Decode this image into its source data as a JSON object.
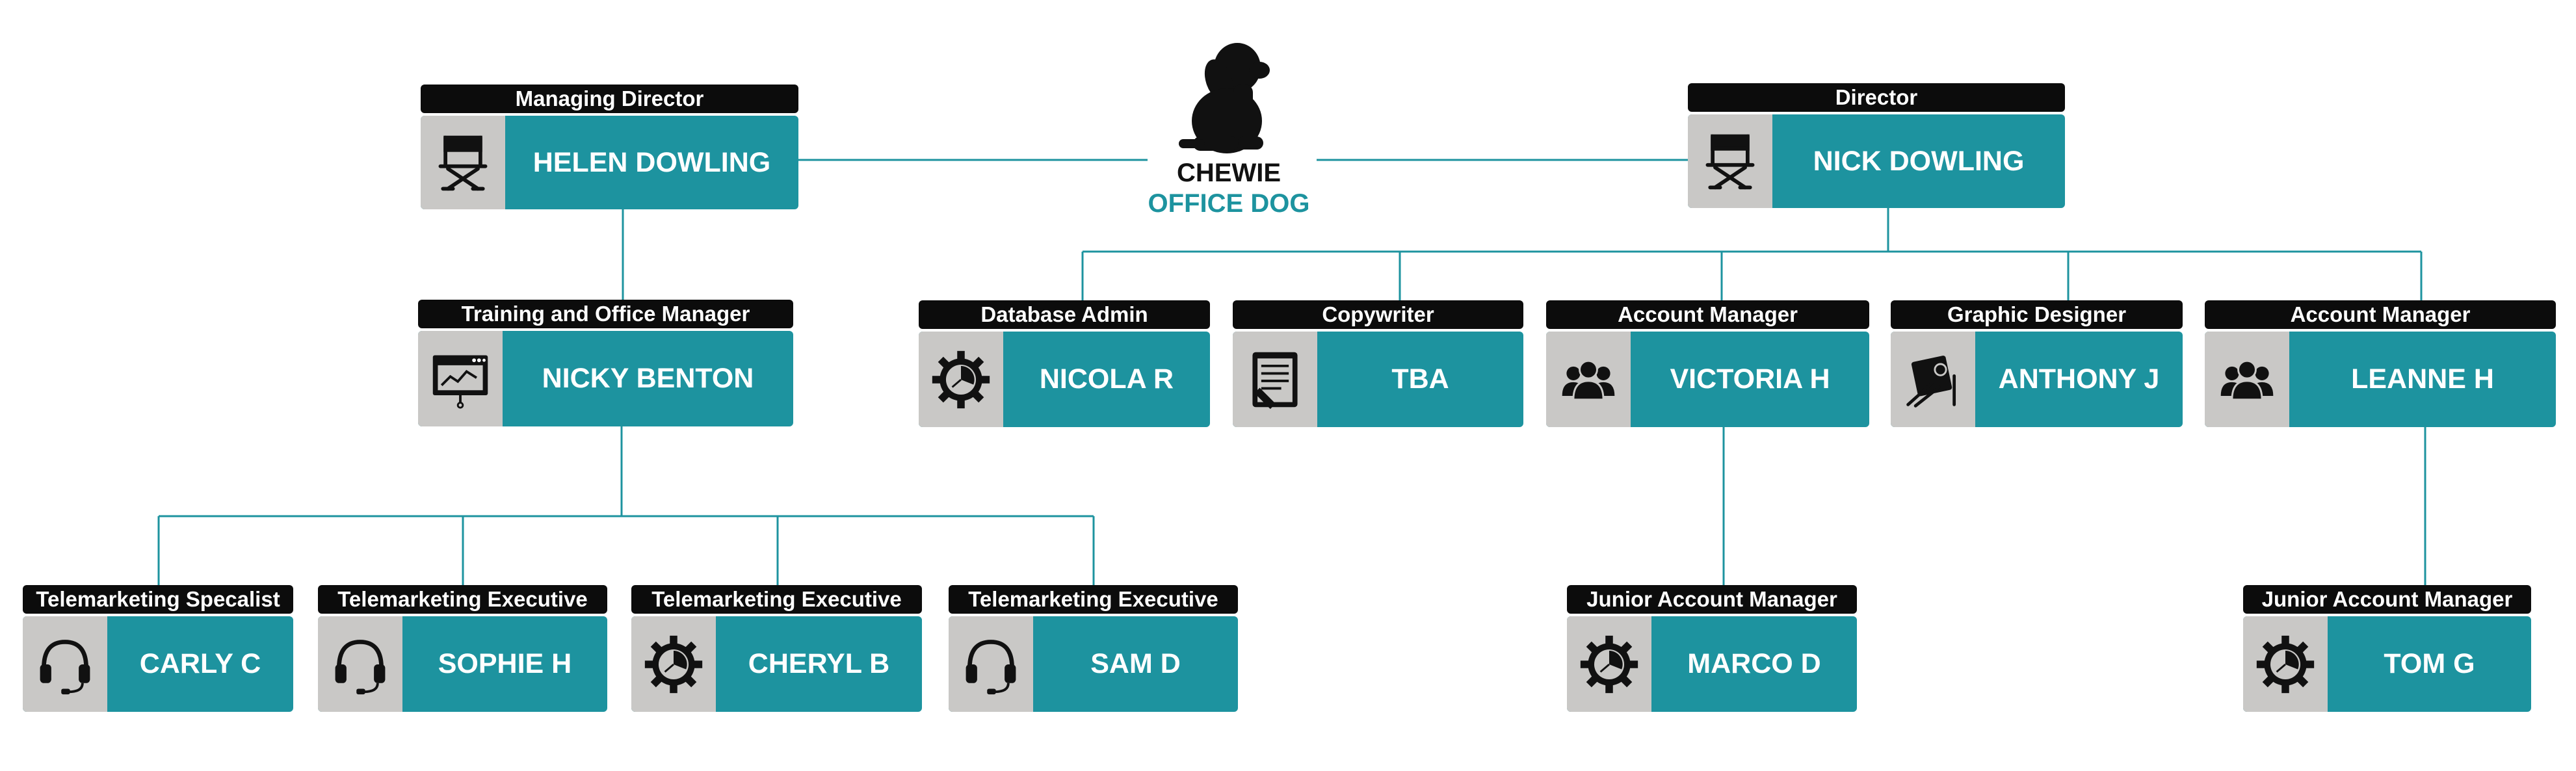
{
  "colors": {
    "card": "#1d939f",
    "title_bar": "#0c0c0c",
    "icon_box": "#c9c8c6",
    "connector": "#1d939f"
  },
  "mascot": {
    "name": "CHEWIE",
    "role": "OFFICE DOG",
    "icon": "dog-icon"
  },
  "nodes": [
    {
      "title": "Managing Director",
      "name": "HELEN DOWLING",
      "icon": "director-chair-icon"
    },
    {
      "title": "Director",
      "name": "NICK DOWLING",
      "icon": "director-chair-icon"
    },
    {
      "title": "Training and Office Manager",
      "name": "NICKY BENTON",
      "icon": "presentation-screen-icon"
    },
    {
      "title": "Database Admin",
      "name": "NICOLA R",
      "icon": "gear-gauge-icon"
    },
    {
      "title": "Copywriter",
      "name": "TBA",
      "icon": "notepad-pen-icon"
    },
    {
      "title": "Account Manager",
      "name": "VICTORIA H",
      "icon": "people-group-icon"
    },
    {
      "title": "Graphic Designer",
      "name": "ANTHONY J",
      "icon": "design-tools-icon"
    },
    {
      "title": "Account Manager",
      "name": "LEANNE H",
      "icon": "people-group-icon"
    },
    {
      "title": "Telemarketing Specalist",
      "name": "CARLY C",
      "icon": "headset-icon"
    },
    {
      "title": "Telemarketing Executive",
      "name": "SOPHIE H",
      "icon": "headset-icon"
    },
    {
      "title": "Telemarketing Executive",
      "name": "CHERYL B",
      "icon": "gear-gauge-icon"
    },
    {
      "title": "Telemarketing Executive",
      "name": "SAM D",
      "icon": "headset-icon"
    },
    {
      "title": "Junior Account Manager",
      "name": "MARCO D",
      "icon": "gear-gauge-icon"
    },
    {
      "title": "Junior Account Manager",
      "name": "TOM G",
      "icon": "gear-gauge-icon"
    }
  ]
}
